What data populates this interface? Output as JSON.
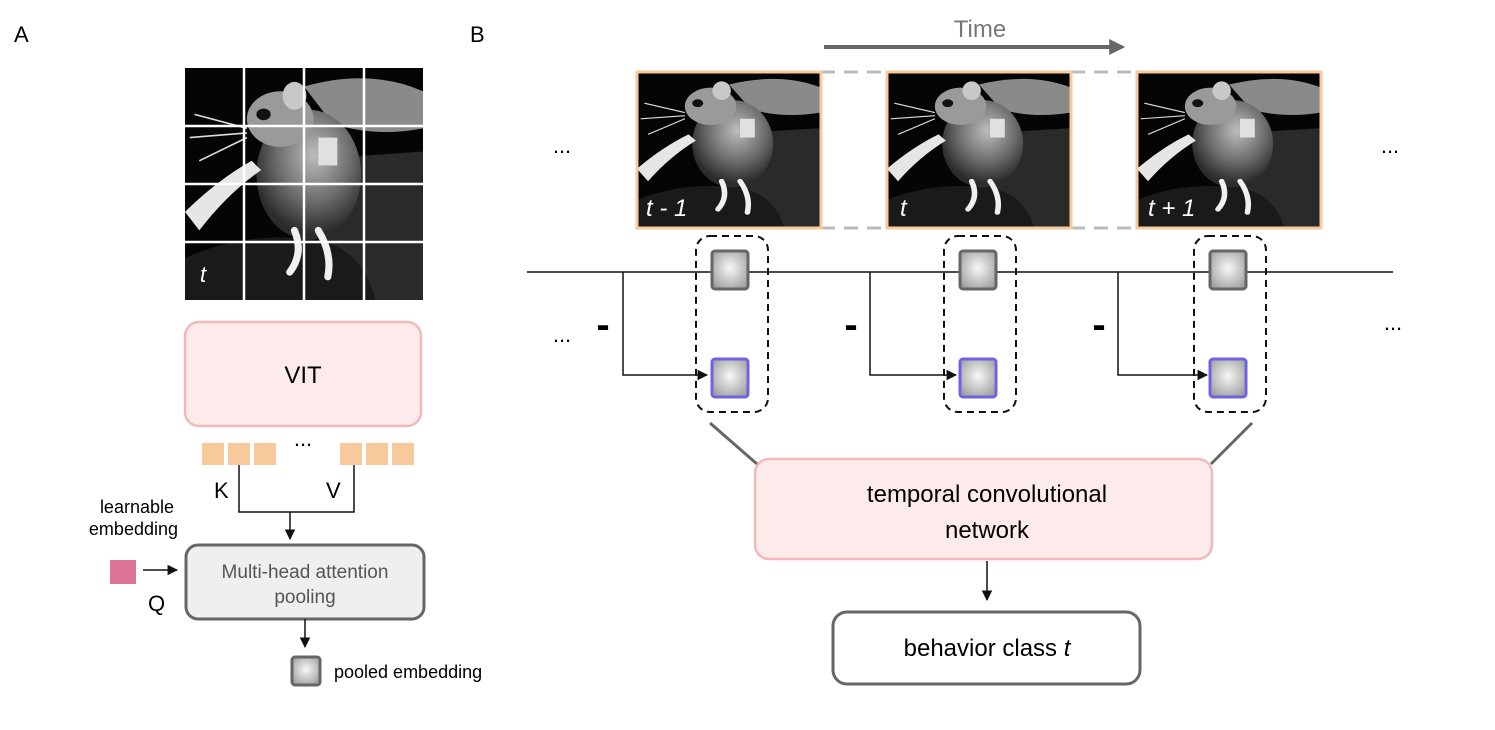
{
  "panel_labels": {
    "a": "A",
    "b": "B"
  },
  "panel_a": {
    "frame_label": "t",
    "vit_label": "VIT",
    "token_ellipsis": "...",
    "key_label": "K",
    "value_label": "V",
    "learnable_label_line1": "learnable",
    "learnable_label_line2": "embedding",
    "query_label": "Q",
    "pooling_line1": "Multi-head attention",
    "pooling_line2": "pooling",
    "pooled_label": "pooled embedding"
  },
  "panel_b": {
    "time_label": "Time",
    "frames": [
      {
        "label": "t - 1"
      },
      {
        "label": "t"
      },
      {
        "label": "t + 1"
      }
    ],
    "ellipsis_left_top": "...",
    "ellipsis_right_top": "...",
    "ellipsis_left_mid": "...",
    "ellipsis_right_mid": "...",
    "minus_sign": "-",
    "tcn_line1": "temporal convolutional",
    "tcn_line2": "network",
    "output_prefix": "behavior class ",
    "output_var": "t"
  },
  "colors": {
    "token": "#f8c99b",
    "vit_fill": "#fdeaea",
    "vit_stroke": "#f2b9bd",
    "learnable": "#dc7595",
    "pool_fill": "#efefef",
    "frame_border": "#f8c99b",
    "diff_border": "#6e63e6",
    "arrow_grey": "#666666"
  }
}
